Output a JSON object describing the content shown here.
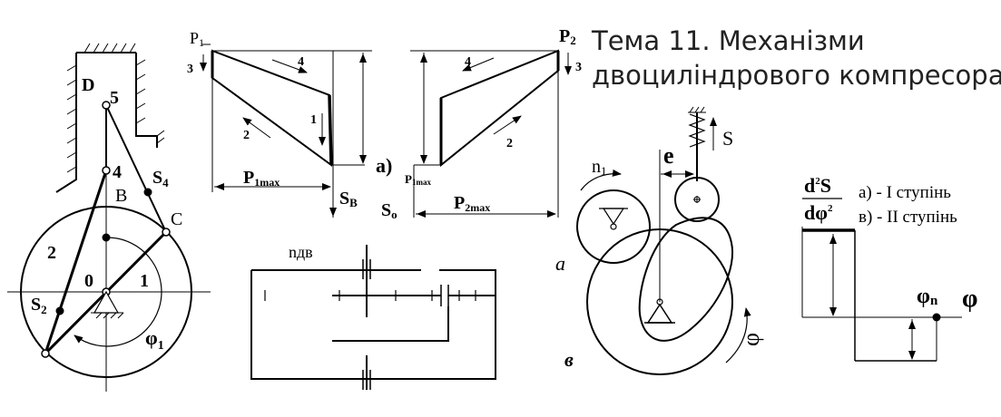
{
  "title": {
    "line1": "Тема 11. Механізми",
    "line2": "двоциліндрового компресора"
  },
  "mechanism": {
    "D": "D",
    "n5": "5",
    "n4": "4",
    "B": "B",
    "S4": "S",
    "S4_sub": "4",
    "C": "C",
    "n2": "2",
    "n1": "1",
    "n0": "0",
    "S2": "S",
    "S2_sub": "2",
    "phi": "φ",
    "phi_sub": "1"
  },
  "diagram_left": {
    "P1": "P",
    "P1_sub": "1",
    "n3": "3",
    "n4": "4",
    "n1": "1",
    "n2": "2",
    "P1max": "P",
    "P1max_sub": "1max",
    "SB": "S",
    "SB_sub": "B"
  },
  "diagram_right": {
    "label_a": "а)",
    "P2": "P",
    "P2_sub": "2",
    "n3": "3",
    "n4": "4",
    "n2": "2",
    "P1max": "P",
    "P1max_sub": "1max",
    "So": "S",
    "So_sub": "o",
    "P2max": "P",
    "P2max_sub": "2max"
  },
  "gearbox": {
    "ndv": "nдв"
  },
  "cam": {
    "n1": "n",
    "n1_sub": "1",
    "e": "e",
    "S": "S",
    "a": "а",
    "v": "в",
    "phi": "φ"
  },
  "graph": {
    "num": "d",
    "num_sup": "2",
    "num_S": "S",
    "den": "dφ",
    "den_sup": "2",
    "legend_a": "а) - І ступінь",
    "legend_v": "в) - ІІ ступінь",
    "phin": "φ",
    "phin_sub": "n",
    "phi": "φ"
  }
}
